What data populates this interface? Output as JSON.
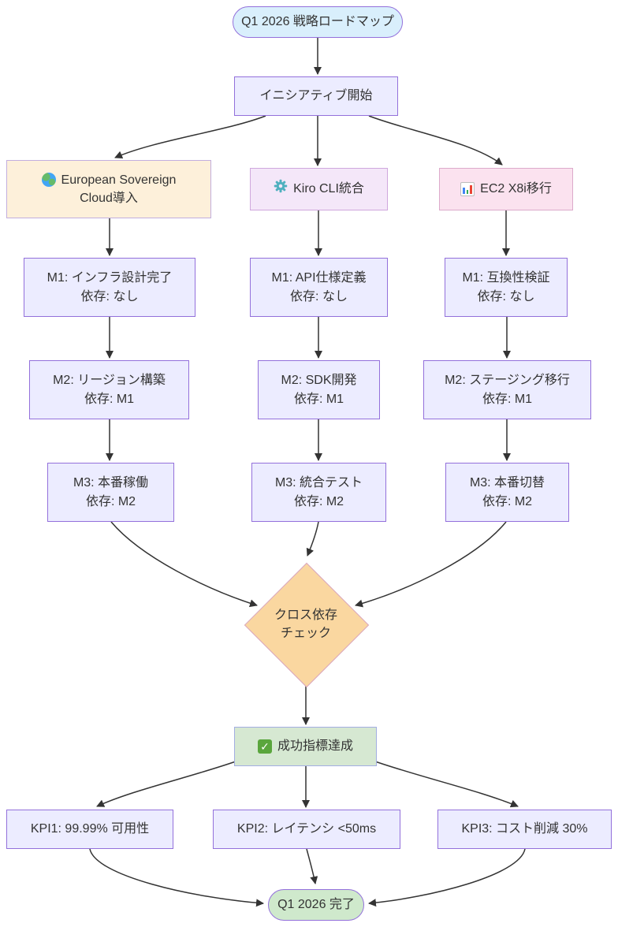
{
  "diagram": {
    "start": {
      "label": "Q1 2026 戦略ロードマップ"
    },
    "kickoff": {
      "label": "イニシアティブ開始"
    },
    "branches": [
      {
        "name": "european-sovereign-cloud",
        "icon": "globe-icon",
        "header_line1": "European Sovereign",
        "header_line2": "Cloud導入",
        "m1": {
          "line1": "M1: インフラ設計完了",
          "line2": "依存: なし"
        },
        "m2": {
          "line1": "M2: リージョン構築",
          "line2": "依存: M1"
        },
        "m3": {
          "line1": "M3: 本番稼働",
          "line2": "依存: M2"
        }
      },
      {
        "name": "kiro-cli-integration",
        "icon": "gear-icon",
        "header_line1": "Kiro CLI統合",
        "m1": {
          "line1": "M1: API仕様定義",
          "line2": "依存: なし"
        },
        "m2": {
          "line1": "M2: SDK開発",
          "line2": "依存: M1"
        },
        "m3": {
          "line1": "M3: 統合テスト",
          "line2": "依存: M2"
        }
      },
      {
        "name": "ec2-x8i-migration",
        "icon": "bar-chart-icon",
        "header_line1": "EC2 X8i移行",
        "m1": {
          "line1": "M1: 互換性検証",
          "line2": "依存: なし"
        },
        "m2": {
          "line1": "M2: ステージング移行",
          "line2": "依存: M1"
        },
        "m3": {
          "line1": "M3: 本番切替",
          "line2": "依存: M2"
        }
      }
    ],
    "decision": {
      "line1": "クロス依存",
      "line2": "チェック"
    },
    "success": {
      "icon": "check-icon",
      "label": "成功指標達成"
    },
    "kpis": [
      {
        "label": "KPI1: 99.99% 可用性"
      },
      {
        "label": "KPI2: レイテンシ <50ms"
      },
      {
        "label": "KPI3: コスト削減 30%"
      }
    ],
    "end": {
      "label": "Q1 2026 完了"
    },
    "icons": {
      "check_glyph": "✓"
    },
    "colors": {
      "node_fill": "#ECECFF",
      "node_border": "#9370DB",
      "start_fill": "#d9effc",
      "cloud_header_fill": "#fdf0da",
      "kiro_header_fill": "#f4e7f9",
      "ec2_header_fill": "#fbe2ef",
      "decision_fill": "#FAD7A0",
      "success_fill": "#d6e8d2",
      "end_fill": "#cfe9cc",
      "edge": "#333333"
    }
  }
}
